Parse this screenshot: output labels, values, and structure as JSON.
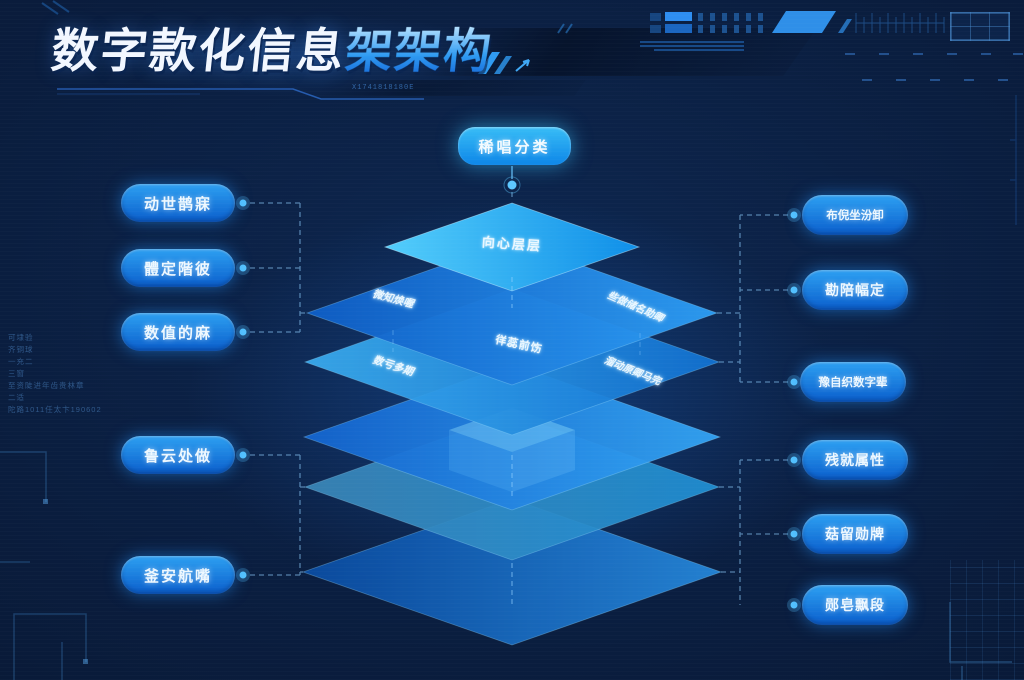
{
  "title": {
    "text_white": "数字款化信息",
    "text_accent": "架架构",
    "deco_code": "X1741818180E"
  },
  "top_node": {
    "label": "稀唱分类"
  },
  "left_pills": [
    {
      "label": "动世鹊寐"
    },
    {
      "label": "體定階彼"
    },
    {
      "label": "数值的麻"
    },
    {
      "label": "鲁云处做"
    },
    {
      "label": "釜安航嘴"
    }
  ],
  "right_pills": [
    {
      "label": "布倪坐汾卸"
    },
    {
      "label": "勘陪幅定"
    },
    {
      "label": "豫自织数字辈"
    },
    {
      "label": "残就属性"
    },
    {
      "label": "菇留勋牌"
    },
    {
      "label": "郧皂飘段"
    }
  ],
  "layers": {
    "l1": {
      "label": "向心层层"
    },
    "l2": {
      "left": "微知焕喔",
      "right": "些做储名助卿"
    },
    "l3": {
      "center": "徉蕊前饬",
      "left": "数亏多期",
      "right": "溜动原卿马完"
    }
  },
  "deco_text_lines": [
    "可埭验",
    "齐铜球",
    "一充二",
    "三窗",
    "至资陡进年齿贵林章",
    "二适",
    "陀路1011任太卞190602"
  ],
  "colors": {
    "bg": "#06142c",
    "accent_blue": "#2196f3",
    "pill_from": "#2da0f2",
    "pill_to": "#0a5ecc",
    "node_from": "#38bdf6",
    "node_to": "#0d86e8",
    "layer_top_bright": "#35b9f5",
    "layer_dark": "#0b4ba0",
    "glow": "#1969d2",
    "text": "#eef8ff",
    "deco_line": "#2f6fd0"
  }
}
